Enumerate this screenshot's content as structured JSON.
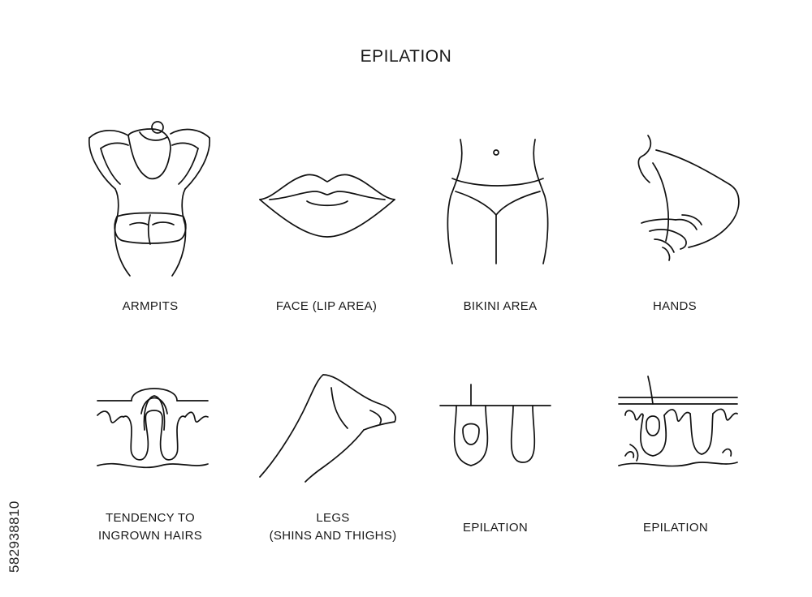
{
  "page": {
    "title": "EPILATION",
    "stock_id": "582938810"
  },
  "items": [
    {
      "label": "ARMPITS",
      "icon": "armpits-icon"
    },
    {
      "label": "FACE (LIP AREA)",
      "icon": "lips-icon"
    },
    {
      "label": "BIKINI AREA",
      "icon": "bikini-icon"
    },
    {
      "label": "HANDS",
      "icon": "hands-icon"
    },
    {
      "label": "TENDENCY TO\nINGROWN HAIRS",
      "icon": "ingrown-hair-icon"
    },
    {
      "label": "LEGS\n(SHINS AND THIGHS)",
      "icon": "legs-icon"
    },
    {
      "label": "EPILATION",
      "icon": "follicles-icon"
    },
    {
      "label": "EPILATION",
      "icon": "follicles-skin-icon"
    }
  ]
}
